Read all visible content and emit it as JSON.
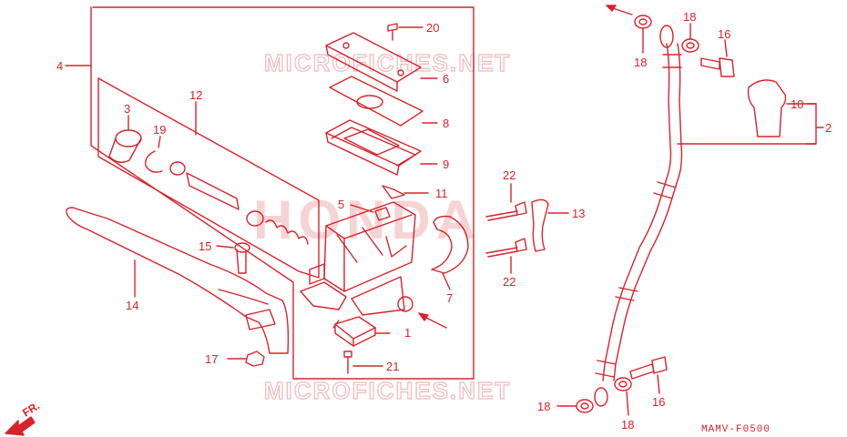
{
  "watermark": {
    "site_top": "MICROFICHES.NET",
    "site_bottom": "MICROFICHES.NET",
    "brand": "HONDA"
  },
  "diagram_code": "MAMV-F0500",
  "direction": "FR.",
  "callouts": [
    "1",
    "2",
    "3",
    "4",
    "5",
    "6",
    "7",
    "8",
    "9",
    "10",
    "11",
    "12",
    "13",
    "14",
    "15",
    "16",
    "16",
    "17",
    "18",
    "18",
    "18",
    "18",
    "19",
    "20",
    "21",
    "22",
    "22"
  ],
  "colors": {
    "line": "#d8232a",
    "watermark": "#f3b8ba"
  }
}
